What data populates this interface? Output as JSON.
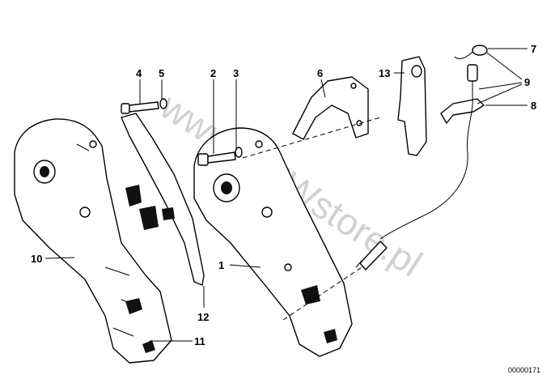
{
  "callouts": [
    {
      "id": "1",
      "label": "1"
    },
    {
      "id": "2",
      "label": "2"
    },
    {
      "id": "3",
      "label": "3"
    },
    {
      "id": "4",
      "label": "4"
    },
    {
      "id": "5",
      "label": "5"
    },
    {
      "id": "6",
      "label": "6"
    },
    {
      "id": "7",
      "label": "7"
    },
    {
      "id": "8",
      "label": "8"
    },
    {
      "id": "9",
      "label": "9"
    },
    {
      "id": "10",
      "label": "10"
    },
    {
      "id": "11",
      "label": "11"
    },
    {
      "id": "12",
      "label": "12"
    },
    {
      "id": "13",
      "label": "13"
    }
  ],
  "diagram_number": "00000171",
  "watermark": "www.BMWstore.pl"
}
